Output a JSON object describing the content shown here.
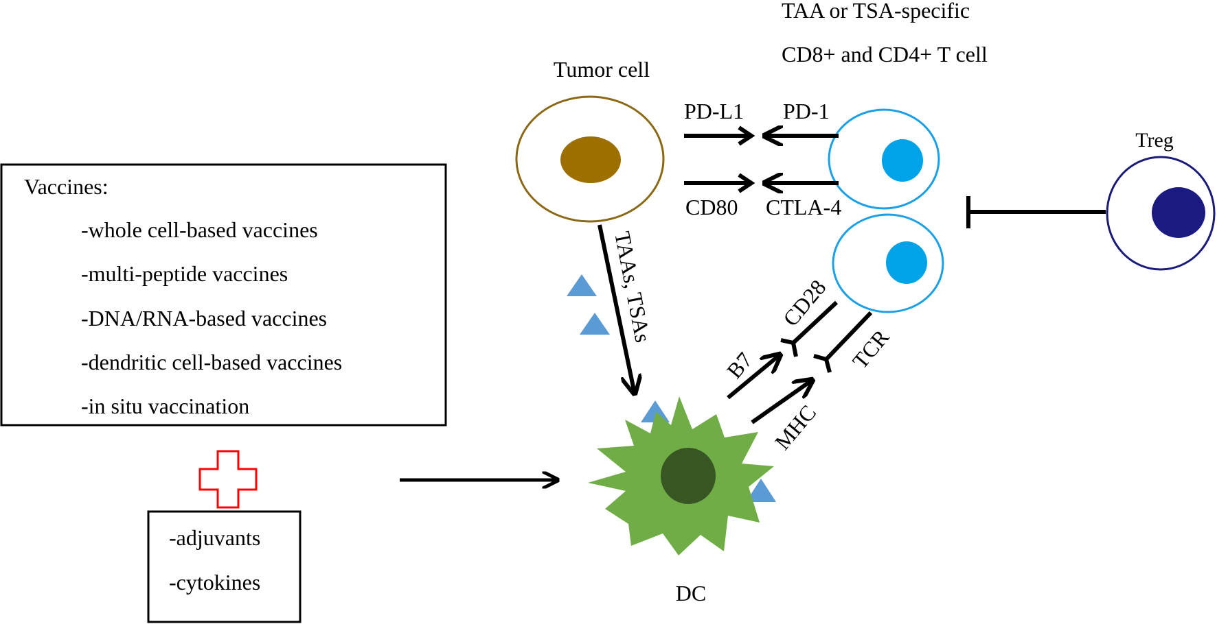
{
  "vaccines_box": {
    "heading": "Vaccines:",
    "items": [
      "-whole cell-based vaccines",
      "-multi-peptide vaccines",
      "-DNA/RNA-based vaccines",
      "-dendritic cell-based vaccines",
      "-in situ vaccination"
    ]
  },
  "adjuvant_box": {
    "items": [
      "-adjuvants",
      "-cytokines"
    ]
  },
  "cells": {
    "tumor": {
      "label": "Tumor cell",
      "membrane_color": "#8b6914",
      "nucleus_color": "#9c6f00"
    },
    "t_cell": {
      "label_line1": "TAA or TSA-specific",
      "label_line2": "CD8+ and CD4+ T cell",
      "membrane_color": "#1aa0e6",
      "nucleus_color": "#00a2e8"
    },
    "treg": {
      "label": "Treg",
      "membrane_color": "#1a1a7a",
      "nucleus_color": "#1a1a80"
    },
    "dc": {
      "label": "DC",
      "body_color": "#70ad47",
      "nucleus_color": "#375623"
    }
  },
  "molecules": {
    "pd_l1": "PD-L1",
    "pd_1": "PD-1",
    "cd80": "CD80",
    "ctla_4": "CTLA-4",
    "antigens": "TAAs, TSAs",
    "b7": "B7",
    "cd28": "CD28",
    "mhc": "MHC",
    "tcr": "TCR"
  },
  "colors": {
    "plus_sign": "#ff0000",
    "antigen_triangle": "#5b9bd5",
    "arrow": "#000000"
  }
}
